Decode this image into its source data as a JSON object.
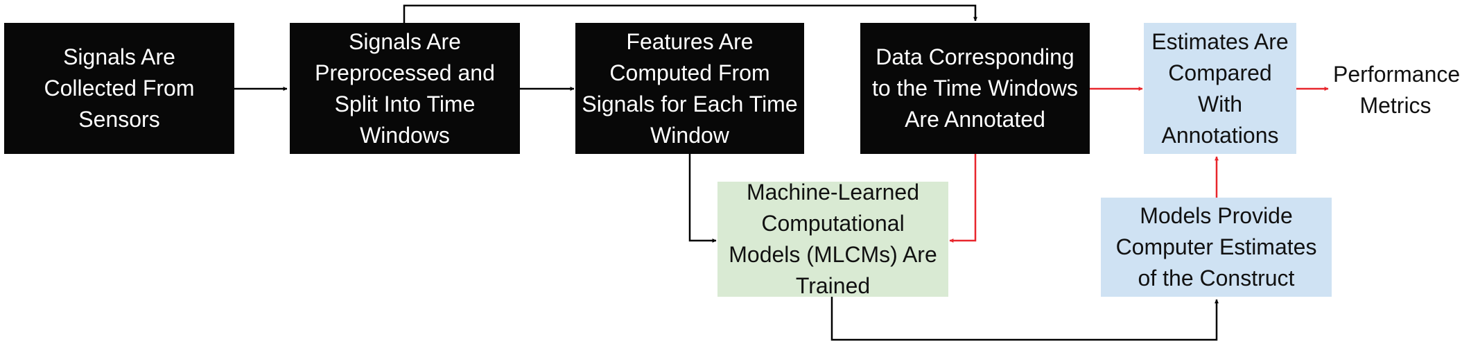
{
  "colors": {
    "dark_box": "#080808",
    "green_box": "#d9ead3",
    "blue_box": "#cfe2f3",
    "black_arrow": "#000000",
    "red_arrow": "#e8262c"
  },
  "nodes": {
    "collect": "Signals Are Collected From Sensors",
    "preprocess": "Signals Are Preprocessed and Split Into Time Windows",
    "features": "Features Are Computed From Signals for Each Time Window",
    "annotate": "Data Corresponding to the Time Windows Are Annotated",
    "train": "Machine-Learned Computational Models (MLCMs) Are Trained",
    "estimates": "Models Provide Computer Estimates of the Construct",
    "compare": "Estimates Are Compared With Annotations",
    "metrics": "Performance Metrics"
  }
}
